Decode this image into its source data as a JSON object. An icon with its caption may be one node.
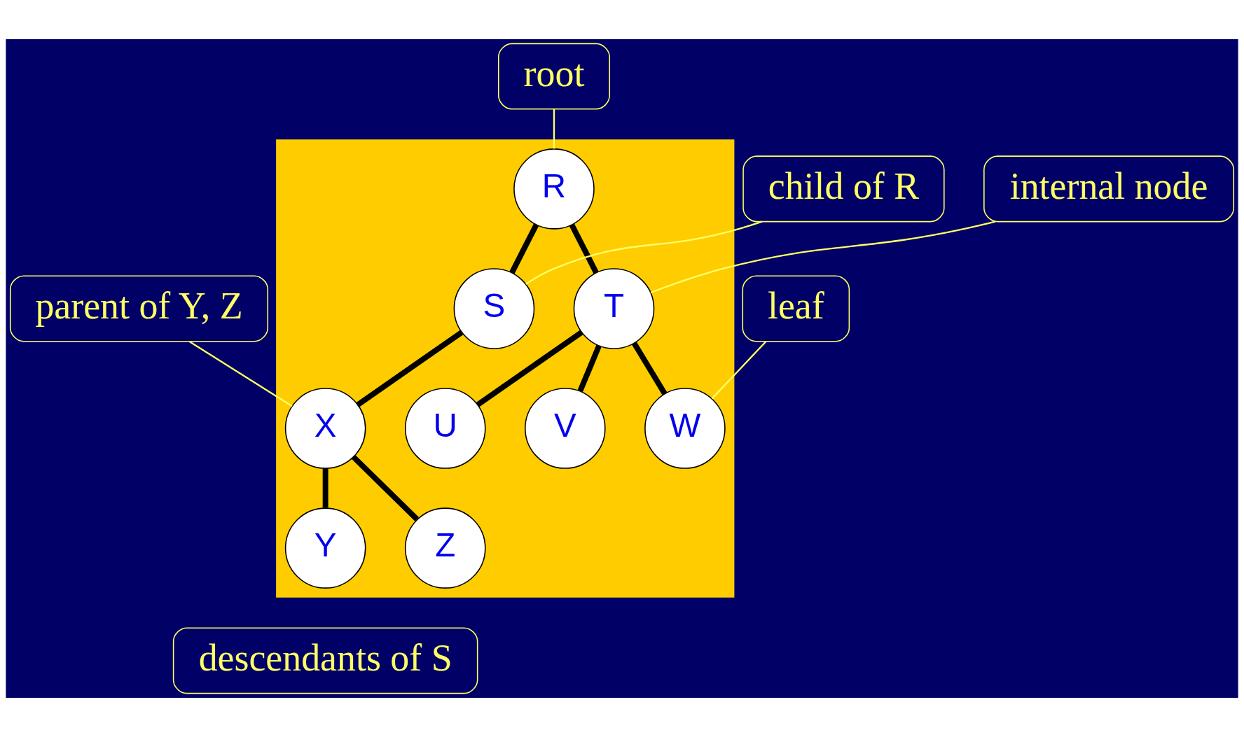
{
  "diagram": {
    "nodes": [
      {
        "text": [],
        "shape": "box"
      },
      {
        "text": [
          "R"
        ],
        "in": 0
      },
      {
        "text": [
          "S"
        ],
        "in": 0
      },
      {
        "text": [
          "T"
        ],
        "in": 0
      },
      {
        "text": [
          "X"
        ],
        "in": 0
      },
      {
        "text": [
          "U"
        ],
        "in": 0
      },
      {
        "text": [
          "V"
        ],
        "in": 0
      },
      {
        "text": [
          "W"
        ],
        "in": 0
      },
      {
        "text": [
          "Y"
        ],
        "in": 0
      },
      {
        "text": [
          "Z"
        ],
        "in": 0
      },
      {
        "text": [
          "root"
        ]
      },
      {
        "text": [
          "child of R"
        ]
      },
      {
        "text": [
          "internal node"
        ]
      },
      {
        "text": [
          "parent of Y, Z"
        ]
      },
      {
        "text": [
          "leaf"
        ]
      }
    ],
    "edges": [
      {
        "from": 1,
        "to": 2,
        "arrow": "none"
      },
      {
        "from": 1,
        "to": 3,
        "arrow": "none"
      },
      {
        "from": 2,
        "to": 4,
        "arrow": "none"
      },
      {
        "from": 3,
        "to": 5,
        "arrow": "none"
      },
      {
        "from": 3,
        "to": 6,
        "arrow": "none"
      },
      {
        "from": 3,
        "to": 7,
        "arrow": "none"
      },
      {
        "from": 4,
        "to": 8,
        "arrow": "none"
      },
      {
        "from": 4,
        "to": 9,
        "arrow": "none"
      },
      {
        "from": 10,
        "to": 1,
        "arrow": "none",
        "color": "#ffff66"
      },
      {
        "from": 11,
        "to": 2,
        "arrow": "none",
        "color": "#ffff66"
      },
      {
        "from": 12,
        "to": 3,
        "arrow": "none",
        "color": "#ffff66"
      },
      {
        "from": 13,
        "to": 4,
        "arrow": "none",
        "color": "#ffff66"
      },
      {
        "from": 14,
        "to": 7,
        "arrow": "none",
        "color": "#ffff66"
      }
    ],
    "labels": [
      "descendants of S"
    ]
  }
}
